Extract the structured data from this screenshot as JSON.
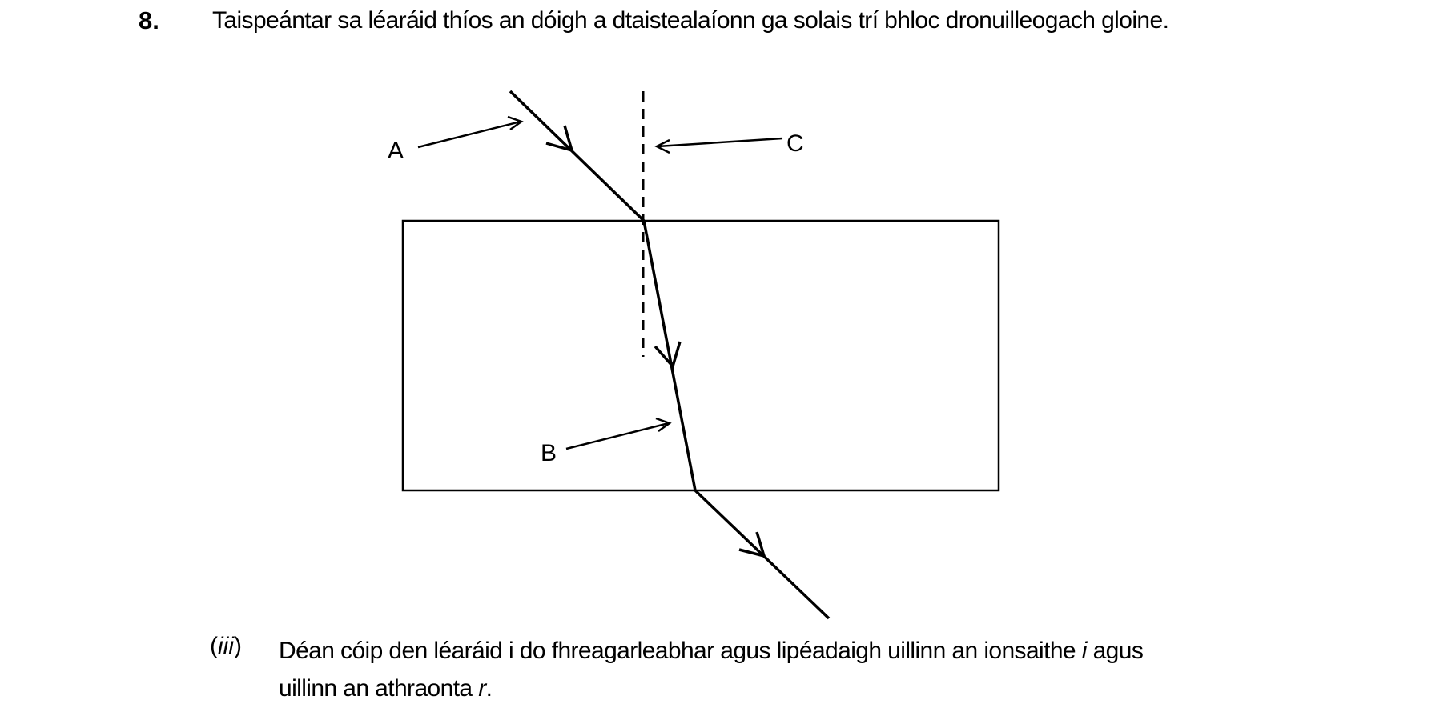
{
  "question": {
    "number": "8.",
    "text": "Taispeántar sa léaráid thíos an dóigh a dtaistealaíonn ga solais trí bhloc dronuilleogach gloine."
  },
  "diagram": {
    "labels": {
      "a": "A",
      "b": "B",
      "c": "C"
    },
    "description": "Light ray refracting through a rectangular glass block with a dashed normal line"
  },
  "part": {
    "open_paren": "(",
    "numeral": "iii",
    "close_paren": ")",
    "line1_prefix": "Déan cóip den léaráid i do fhreagarleabhar agus lipéadaigh uillinn an ionsaithe ",
    "line1_symbol": "i",
    "line1_suffix": " agus",
    "line2_prefix": "uillinn an athraonta ",
    "line2_symbol": "r",
    "line2_suffix": "."
  }
}
